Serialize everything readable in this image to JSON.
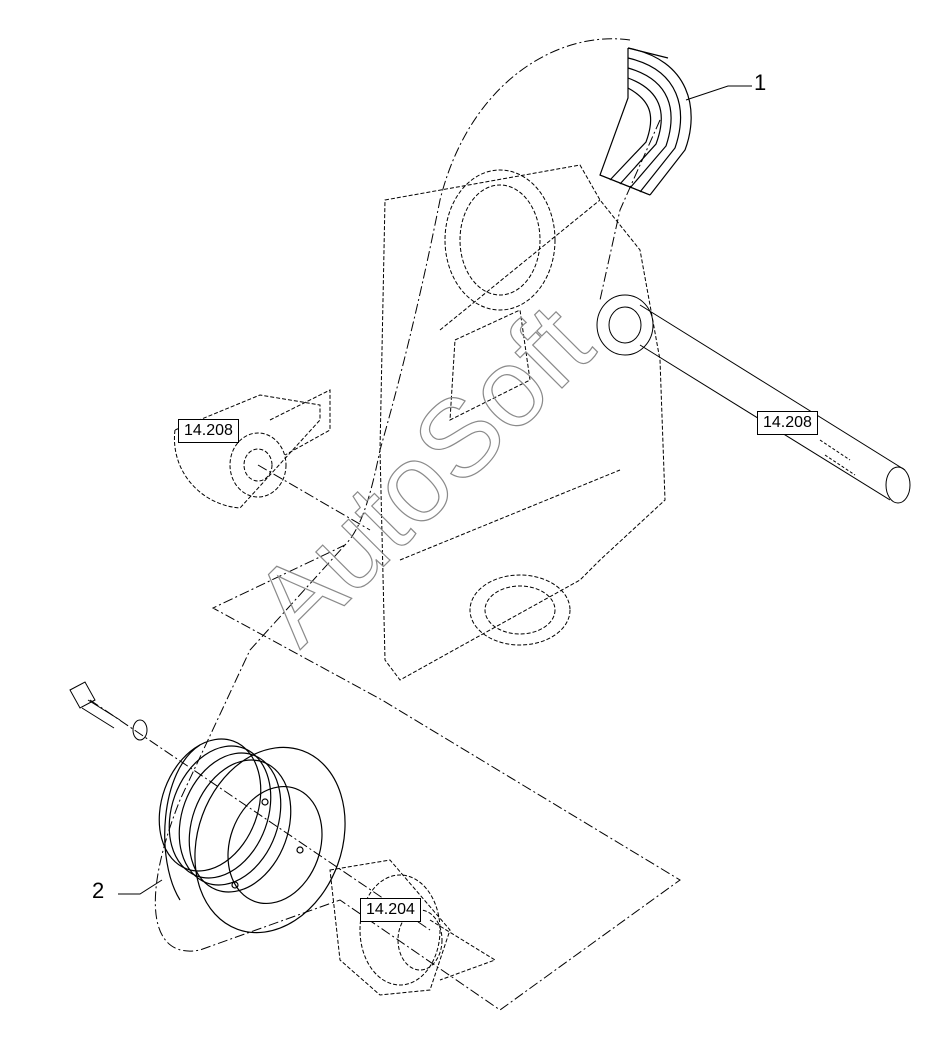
{
  "diagram": {
    "callouts": [
      {
        "id": "belt",
        "label": "1"
      },
      {
        "id": "pulley",
        "label": "2"
      }
    ],
    "references": [
      {
        "id": "ref-left-bearing",
        "label": "14.208"
      },
      {
        "id": "ref-right-shaft",
        "label": "14.208"
      },
      {
        "id": "ref-bottom-hub",
        "label": "14.204"
      }
    ],
    "watermark": "AutoSoft"
  },
  "colors": {
    "line": "#000000",
    "background": "#ffffff",
    "watermark": "#8a8a8a"
  }
}
